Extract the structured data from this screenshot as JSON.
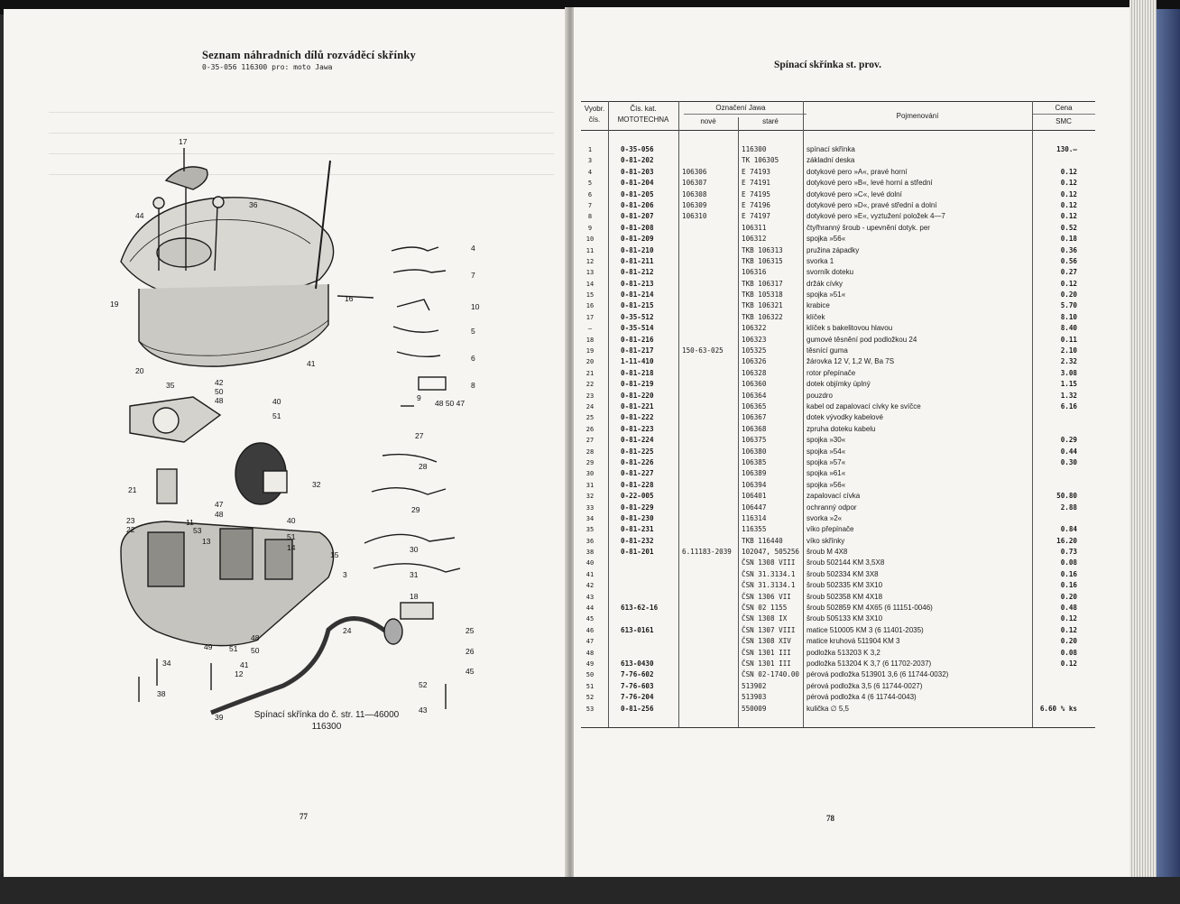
{
  "left_page": {
    "title": "Seznam náhradních dílů rozváděcí skřínky",
    "subtitle": "0-35-056 116300 pro: moto Jawa",
    "caption_line1": "Spínací skřínka do č. str. 11—46000",
    "caption_line2": "116300",
    "page_number": "77",
    "callouts": [
      "17",
      "36",
      "44",
      "16",
      "19",
      "4",
      "7",
      "10",
      "5",
      "6",
      "8",
      "41",
      "20",
      "35",
      "42",
      "50",
      "48",
      "40",
      "51",
      "9",
      "48 50 47",
      "27",
      "28",
      "21",
      "47",
      "48",
      "32",
      "23",
      "22",
      "11",
      "53",
      "13",
      "40",
      "51",
      "14",
      "15",
      "3",
      "29",
      "30",
      "31",
      "18",
      "24",
      "25",
      "26",
      "45",
      "52",
      "43",
      "49",
      "51",
      "50",
      "41",
      "48",
      "12",
      "34",
      "38",
      "39"
    ]
  },
  "right_page": {
    "title": "Spínací skřínka st. prov.",
    "page_number": "78",
    "headers": {
      "vyb_1": "Vyobr.",
      "vyb_2": "čís.",
      "cat_1": "Čís. kat.",
      "cat_2": "MOTOTECHNA",
      "jawa": "Označení Jawa",
      "nove": "nové",
      "stare": "staré",
      "nazev": "Pojmenování",
      "cena": "Cena",
      "smc": "SMC"
    },
    "rows": [
      {
        "vyb": "1",
        "cat": "0-35-056",
        "nove": "",
        "stare": "116300",
        "nazev": "spínací skřínka",
        "cena": "130.—"
      },
      {
        "vyb": "3",
        "cat": "0-81-202",
        "nove": "",
        "stare": "TK 106305",
        "nazev": "základní deska",
        "cena": ""
      },
      {
        "vyb": "4",
        "cat": "0-81-203",
        "nove": "106306",
        "stare": "E 74193",
        "nazev": "dotykové pero »A«, pravé horní",
        "cena": "0.12"
      },
      {
        "vyb": "5",
        "cat": "0-81-204",
        "nove": "106307",
        "stare": "E 74191",
        "nazev": "dotykové pero »B«, levé horní a střední",
        "cena": "0.12"
      },
      {
        "vyb": "6",
        "cat": "0-81-205",
        "nove": "106308",
        "stare": "E 74195",
        "nazev": "dotykové pero »C«, levé dolní",
        "cena": "0.12"
      },
      {
        "vyb": "7",
        "cat": "0-81-206",
        "nove": "106309",
        "stare": "E 74196",
        "nazev": "dotykové pero »D«, pravé střední a dolní",
        "cena": "0.12"
      },
      {
        "vyb": "8",
        "cat": "0-81-207",
        "nove": "106310",
        "stare": "E 74197",
        "nazev": "dotykové pero »E«, vyztužení položek 4—7",
        "cena": "0.12"
      },
      {
        "vyb": "9",
        "cat": "0-81-208",
        "nove": "",
        "stare": "106311",
        "nazev": "čtyřhranný šroub - upevnění dotyk. per",
        "cena": "0.52"
      },
      {
        "vyb": "10",
        "cat": "0-81-209",
        "nove": "",
        "stare": "106312",
        "nazev": "spojka »56«",
        "cena": "0.18"
      },
      {
        "vyb": "11",
        "cat": "0-81-210",
        "nove": "",
        "stare": "TKB 106313",
        "nazev": "pružina západky",
        "cena": "0.36"
      },
      {
        "vyb": "12",
        "cat": "0-81-211",
        "nove": "",
        "stare": "TKB 106315",
        "nazev": "svorka 1",
        "cena": "0.56"
      },
      {
        "vyb": "13",
        "cat": "0-81-212",
        "nove": "",
        "stare": "106316",
        "nazev": "svorník doteku",
        "cena": "0.27"
      },
      {
        "vyb": "14",
        "cat": "0-81-213",
        "nove": "",
        "stare": "TKB 106317",
        "nazev": "držák cívky",
        "cena": "0.12"
      },
      {
        "vyb": "15",
        "cat": "0-81-214",
        "nove": "",
        "stare": "TKB 105318",
        "nazev": "spojka »51«",
        "cena": "0.20"
      },
      {
        "vyb": "16",
        "cat": "0-81-215",
        "nove": "",
        "stare": "TKB 106321",
        "nazev": "krabice",
        "cena": "5.70"
      },
      {
        "vyb": "17",
        "cat": "0-35-512",
        "nove": "",
        "stare": "TKB 106322",
        "nazev": "klíček",
        "cena": "8.10"
      },
      {
        "vyb": "—",
        "cat": "0-35-514",
        "nove": "",
        "stare": "106322",
        "nazev": "klíček s bakelitovou hlavou",
        "cena": "8.40"
      },
      {
        "vyb": "18",
        "cat": "0-81-216",
        "nove": "",
        "stare": "106323",
        "nazev": "gumové těsnění pod podložkou 24",
        "cena": "0.11"
      },
      {
        "vyb": "19",
        "cat": "0-81-217",
        "nove": "150-63-025",
        "stare": "105325",
        "nazev": "těsnící guma",
        "cena": "2.10"
      },
      {
        "vyb": "20",
        "cat": "1-11-410",
        "nove": "",
        "stare": "106326",
        "nazev": "žárovka 12 V, 1,2 W, Ba 7S",
        "cena": "2.32"
      },
      {
        "vyb": "21",
        "cat": "0-81-218",
        "nove": "",
        "stare": "106328",
        "nazev": "rotor přepínače",
        "cena": "3.08"
      },
      {
        "vyb": "22",
        "cat": "0-81-219",
        "nove": "",
        "stare": "106360",
        "nazev": "dotek objímky úplný",
        "cena": "1.15"
      },
      {
        "vyb": "23",
        "cat": "0-81-220",
        "nove": "",
        "stare": "106364",
        "nazev": "pouzdro",
        "cena": "1.32"
      },
      {
        "vyb": "24",
        "cat": "0-81-221",
        "nove": "",
        "stare": "106365",
        "nazev": "kabel od zapalovací cívky ke svíčce",
        "cena": "6.16"
      },
      {
        "vyb": "25",
        "cat": "0-81-222",
        "nove": "",
        "stare": "106367",
        "nazev": "dotek vývodky kabelové",
        "cena": ""
      },
      {
        "vyb": "26",
        "cat": "0-81-223",
        "nove": "",
        "stare": "106368",
        "nazev": "zpruha doteku kabelu",
        "cena": ""
      },
      {
        "vyb": "27",
        "cat": "0-81-224",
        "nove": "",
        "stare": "106375",
        "nazev": "spojka »30«",
        "cena": "0.29"
      },
      {
        "vyb": "28",
        "cat": "0-81-225",
        "nove": "",
        "stare": "106380",
        "nazev": "spojka »54«",
        "cena": "0.44"
      },
      {
        "vyb": "29",
        "cat": "0-81-226",
        "nove": "",
        "stare": "106385",
        "nazev": "spojka »57«",
        "cena": "0.30"
      },
      {
        "vyb": "30",
        "cat": "0-81-227",
        "nove": "",
        "stare": "106389",
        "nazev": "spojka »61«",
        "cena": ""
      },
      {
        "vyb": "31",
        "cat": "0-81-228",
        "nove": "",
        "stare": "106394",
        "nazev": "spojka »56«",
        "cena": ""
      },
      {
        "vyb": "32",
        "cat": "0-22-005",
        "nove": "",
        "stare": "106401",
        "nazev": "zapalovací cívka",
        "cena": "50.80"
      },
      {
        "vyb": "33",
        "cat": "0-81-229",
        "nove": "",
        "stare": "106447",
        "nazev": "ochranný odpor",
        "cena": "2.88"
      },
      {
        "vyb": "34",
        "cat": "0-81-230",
        "nove": "",
        "stare": "116314",
        "nazev": "svorka »2«",
        "cena": ""
      },
      {
        "vyb": "35",
        "cat": "0-81-231",
        "nove": "",
        "stare": "116355",
        "nazev": "víko přepínače",
        "cena": "0.84"
      },
      {
        "vyb": "36",
        "cat": "0-81-232",
        "nove": "",
        "stare": "TKB 116440",
        "nazev": "víko skřínky",
        "cena": "16.20"
      },
      {
        "vyb": "38",
        "cat": "0-81-201",
        "nove": "6.11183-2039",
        "stare": "102047, 505256",
        "nazev": "šroub M 4X8",
        "cena": "0.73"
      },
      {
        "vyb": "40",
        "cat": "",
        "nove": "",
        "stare": "ČSN 1308 VIII",
        "nazev": "šroub 502144 KM 3,5X8",
        "cena": "0.08"
      },
      {
        "vyb": "41",
        "cat": "",
        "nove": "",
        "stare": "ČSN 31.3134.1",
        "nazev": "šroub 502334 KM 3X8",
        "cena": "0.16"
      },
      {
        "vyb": "42",
        "cat": "",
        "nove": "",
        "stare": "ČSN 31.3134.1",
        "nazev": "šroub 502335 KM 3X10",
        "cena": "0.16"
      },
      {
        "vyb": "43",
        "cat": "",
        "nove": "",
        "stare": "ČSN 1306 VII",
        "nazev": "šroub 502358 KM 4X18",
        "cena": "0.20"
      },
      {
        "vyb": "44",
        "cat": "613-62-16",
        "nove": "",
        "stare": "ČSN 02 1155",
        "nazev": "šroub 502859 KM 4X65 (6 11151-0046)",
        "cena": "0.48"
      },
      {
        "vyb": "45",
        "cat": "",
        "nove": "",
        "stare": "ČSN 1308 IX",
        "nazev": "šroub 505133 KM 3X10",
        "cena": "0.12"
      },
      {
        "vyb": "46",
        "cat": "613-0161",
        "nove": "",
        "stare": "ČSN 1307 VIII",
        "nazev": "matice 510005 KM 3 (6 11401-2035)",
        "cena": "0.12"
      },
      {
        "vyb": "47",
        "cat": "",
        "nove": "",
        "stare": "ČSN 1308 XIV",
        "nazev": "matice kruhová 511904 KM 3",
        "cena": "0.20"
      },
      {
        "vyb": "48",
        "cat": "",
        "nove": "",
        "stare": "ČSN 1301 III",
        "nazev": "podložka 513203 K 3,2",
        "cena": "0.08"
      },
      {
        "vyb": "49",
        "cat": "613-0430",
        "nove": "",
        "stare": "ČSN 1301 III",
        "nazev": "podložka 513204 K 3,7 (6 11702-2037)",
        "cena": "0.12"
      },
      {
        "vyb": "50",
        "cat": "7-76-602",
        "nove": "",
        "stare": "ČSN 02-1740.00",
        "nazev": "pérová podložka 513901 3,6 (6 11744-0032)",
        "cena": ""
      },
      {
        "vyb": "51",
        "cat": "7-76-603",
        "nove": "",
        "stare": "513902",
        "nazev": "pérová podložka 3,5 (6 11744-0027)",
        "cena": ""
      },
      {
        "vyb": "52",
        "cat": "7-76-204",
        "nove": "",
        "stare": "513903",
        "nazev": "pérová podložka 4 (6 11744-0043)",
        "cena": ""
      },
      {
        "vyb": "53",
        "cat": "0-81-256",
        "nove": "",
        "stare": "550009",
        "nazev": "kulička ∅ 5,5",
        "cena": "6.60 % ks"
      }
    ]
  }
}
